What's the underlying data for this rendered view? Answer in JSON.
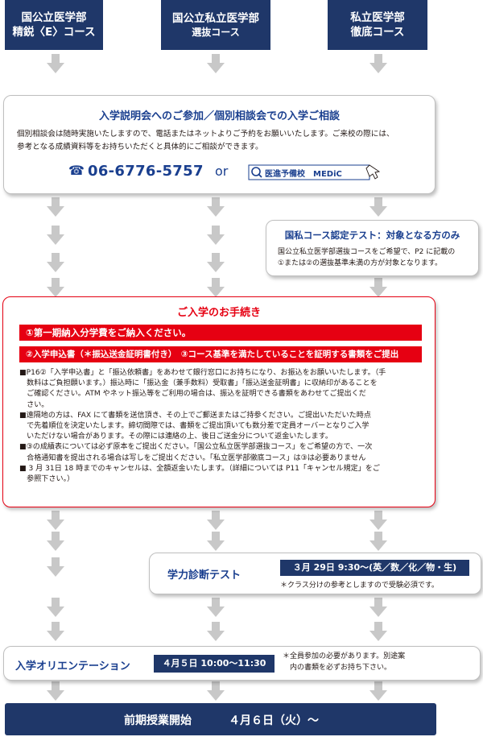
{
  "courses": [
    {
      "line1": "国公立医学部",
      "line2": "精鋭〈E〉コース"
    },
    {
      "line1": "国公立私立医学部",
      "line2": "選抜コース"
    },
    {
      "line1": "私立医学部",
      "line2": "徹底コース"
    }
  ],
  "consult": {
    "title": "入学説明会へのご参加／個別相談会での入学ご相談",
    "body1": "個別相談会は随時実施いたしますので、電話またはネットよりご予約をお願いいたします。ご来校の際には、",
    "body2": "参考となる成績資料等をお持ちいただくと具体的にご相談ができます。",
    "phone": "06-6776-5757",
    "or": "or",
    "web_label": "医進予備校　MEDiC"
  },
  "test_kokushi": {
    "title": "国私コース認定テスト：対象となる方のみ",
    "body1": "国公立私立医学部選抜コースをご希望で、P2 に記載の",
    "body2": "①または②の選抜基準未満の方が対象となります。"
  },
  "procedure": {
    "title": "ご入学のお手続き",
    "bar1": "①第一期納入分学費をご納入ください。",
    "bar2": "②入学申込書（＊振込送金証明書付き）　③コース基準を満たしていることを証明する書類をご提出",
    "notes": [
      "■P16②「入学申込書」と「振込依頼書」をあわせて銀行窓口にお持ちになり、お振込をお願いいたします。（手",
      "　数料はご負担願います。）振込時に「振込金（兼手数料）受取書」「振込送金証明書」に収納印があることを",
      "　ご確認ください。ATM やネット振込等をご利用の場合は、振込を証明できる書類をあわせてご提出くだ",
      "　さい。",
      "■遠隔地の方は、FAX にて書類を送信頂き、その上でご郵送またはご持参ください。ご提出いただいた時点",
      "　で先着順位を決定いたします。締切間際では、書類をご提出頂いても数分差で定員オーバーとなりご入学",
      "　いただけない場合があります。その際には連絡の上、後日ご送金分について返金いたします。",
      "■③の成績表については必ず原本をご提出ください。「国公立私立医学部選抜コース」をご希望の方で、一次",
      "　合格通知書を提出される場合は写しをご提出ください。「私立医学部徹底コース」は③は必要ありません",
      "■ 3 月 31日 18 時までのキャンセルは、全額返金いたします。（詳細については P11「キャンセル規定」をご",
      "　参照下さい。）"
    ]
  },
  "gakuryoku": {
    "title": "学力診断テスト",
    "date": "３月 29日 9:30～(英／数／化／物・生)",
    "note": "＊クラス分けの参考としますので受験必須です。"
  },
  "orientation": {
    "title": "入学オリエンテーション",
    "date": "４月５日 10:00～11:30",
    "note1": "＊全員参加の必要があります。別途案",
    "note2": "　内の書類を必ずお持ち下さい。"
  },
  "final": {
    "label": "前期授業開始",
    "date": "４月６日（火）～"
  },
  "colors": {
    "navy": "#1f3769",
    "red": "#e60012",
    "blue_title": "#1a3f8f",
    "arrow": "#c8c8c8"
  }
}
